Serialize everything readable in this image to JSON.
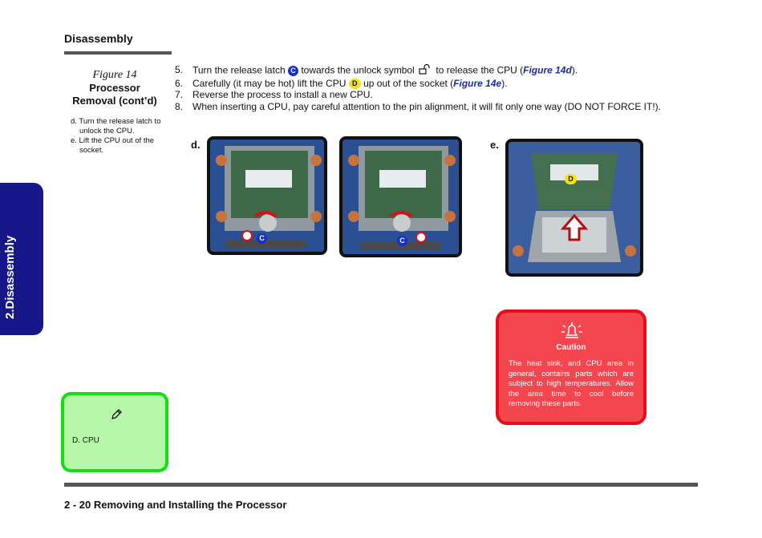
{
  "header": {
    "title": "Disassembly"
  },
  "figure": {
    "number": "Figure 14",
    "title_line1": "Processor",
    "title_line2": "Removal (cont’d)",
    "notes": [
      "d. Turn the release latch to unlock the CPU.",
      "e. Lift the CPU out of the socket."
    ]
  },
  "steps": [
    {
      "num": "5.",
      "text_a": "Turn the release latch",
      "badge": "C",
      "text_b": "towards the unlock symbol",
      "text_c": "to release the CPU (",
      "ref": "Figure 14d",
      "text_d": ")."
    },
    {
      "num": "6.",
      "text_a": "Carefully (it may be hot) lift the CPU",
      "badge": "D",
      "text_b": "up out of the socket  (",
      "ref": "Figure 14e",
      "text_c": ")."
    },
    {
      "num": "7.",
      "text": "Reverse the process to install a new CPU."
    },
    {
      "num": "8.",
      "text": "When inserting a CPU, pay careful attention to the pin alignment, it will fit only one way (DO NOT FORCE IT!)."
    }
  ],
  "side_tab": {
    "label": "2.Disassembly"
  },
  "panels": {
    "d_label": "d.",
    "e_label": "e.",
    "photo1_callout": "C",
    "photo2_callout": "C",
    "photo3_callout": "D"
  },
  "caution": {
    "title": "Caution",
    "body": "The heat sink, and CPU area in general, contains parts which are subject to high temperatures. Allow the area time to cool before removing these parts."
  },
  "note_box": {
    "text": "D.  CPU",
    "icon": "pencil-icon"
  },
  "footer": {
    "text": "2  -  20  Removing and Installing the Processor"
  },
  "colors": {
    "accent_blue": "#1c2aa3",
    "tab": "#17178a",
    "caution_bg": "#f3464f",
    "caution_border": "#e60d18",
    "note_bg": "#b7f7a9",
    "note_border": "#13e013"
  }
}
